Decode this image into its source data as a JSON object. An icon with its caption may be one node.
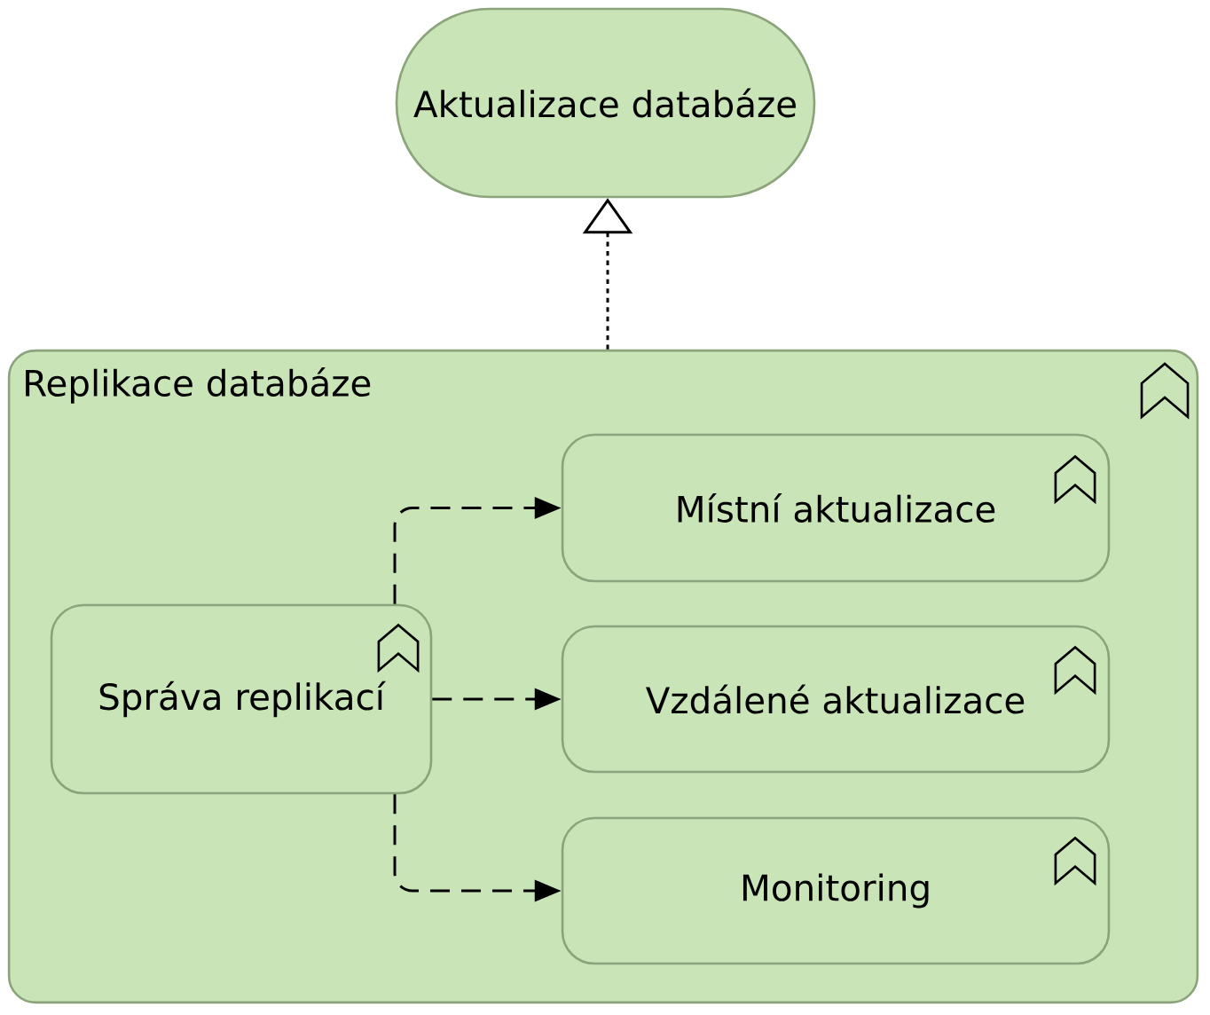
{
  "diagram": {
    "nodes": [
      {
        "text": [
          "Aktualizace databáze"
        ]
      },
      {
        "text": [
          "Replikace databáze"
        ]
      },
      {
        "text": [
          "Správa replikací"
        ],
        "in": 1
      },
      {
        "text": [
          "Místní aktualizace"
        ],
        "in": 1
      },
      {
        "text": [
          "Vzdálené aktualizace"
        ],
        "in": 1
      },
      {
        "text": [
          "Monitoring"
        ],
        "in": 1
      }
    ],
    "edges": [
      {
        "from": 1,
        "to": 0,
        "arrow": "to",
        "style": "dashed"
      },
      {
        "from": 2,
        "to": 3,
        "arrow": "to",
        "style": "dashed"
      },
      {
        "from": 2,
        "to": 4,
        "arrow": "to",
        "style": "dashed"
      },
      {
        "from": 2,
        "to": 5,
        "arrow": "to",
        "style": "dashed"
      }
    ]
  }
}
